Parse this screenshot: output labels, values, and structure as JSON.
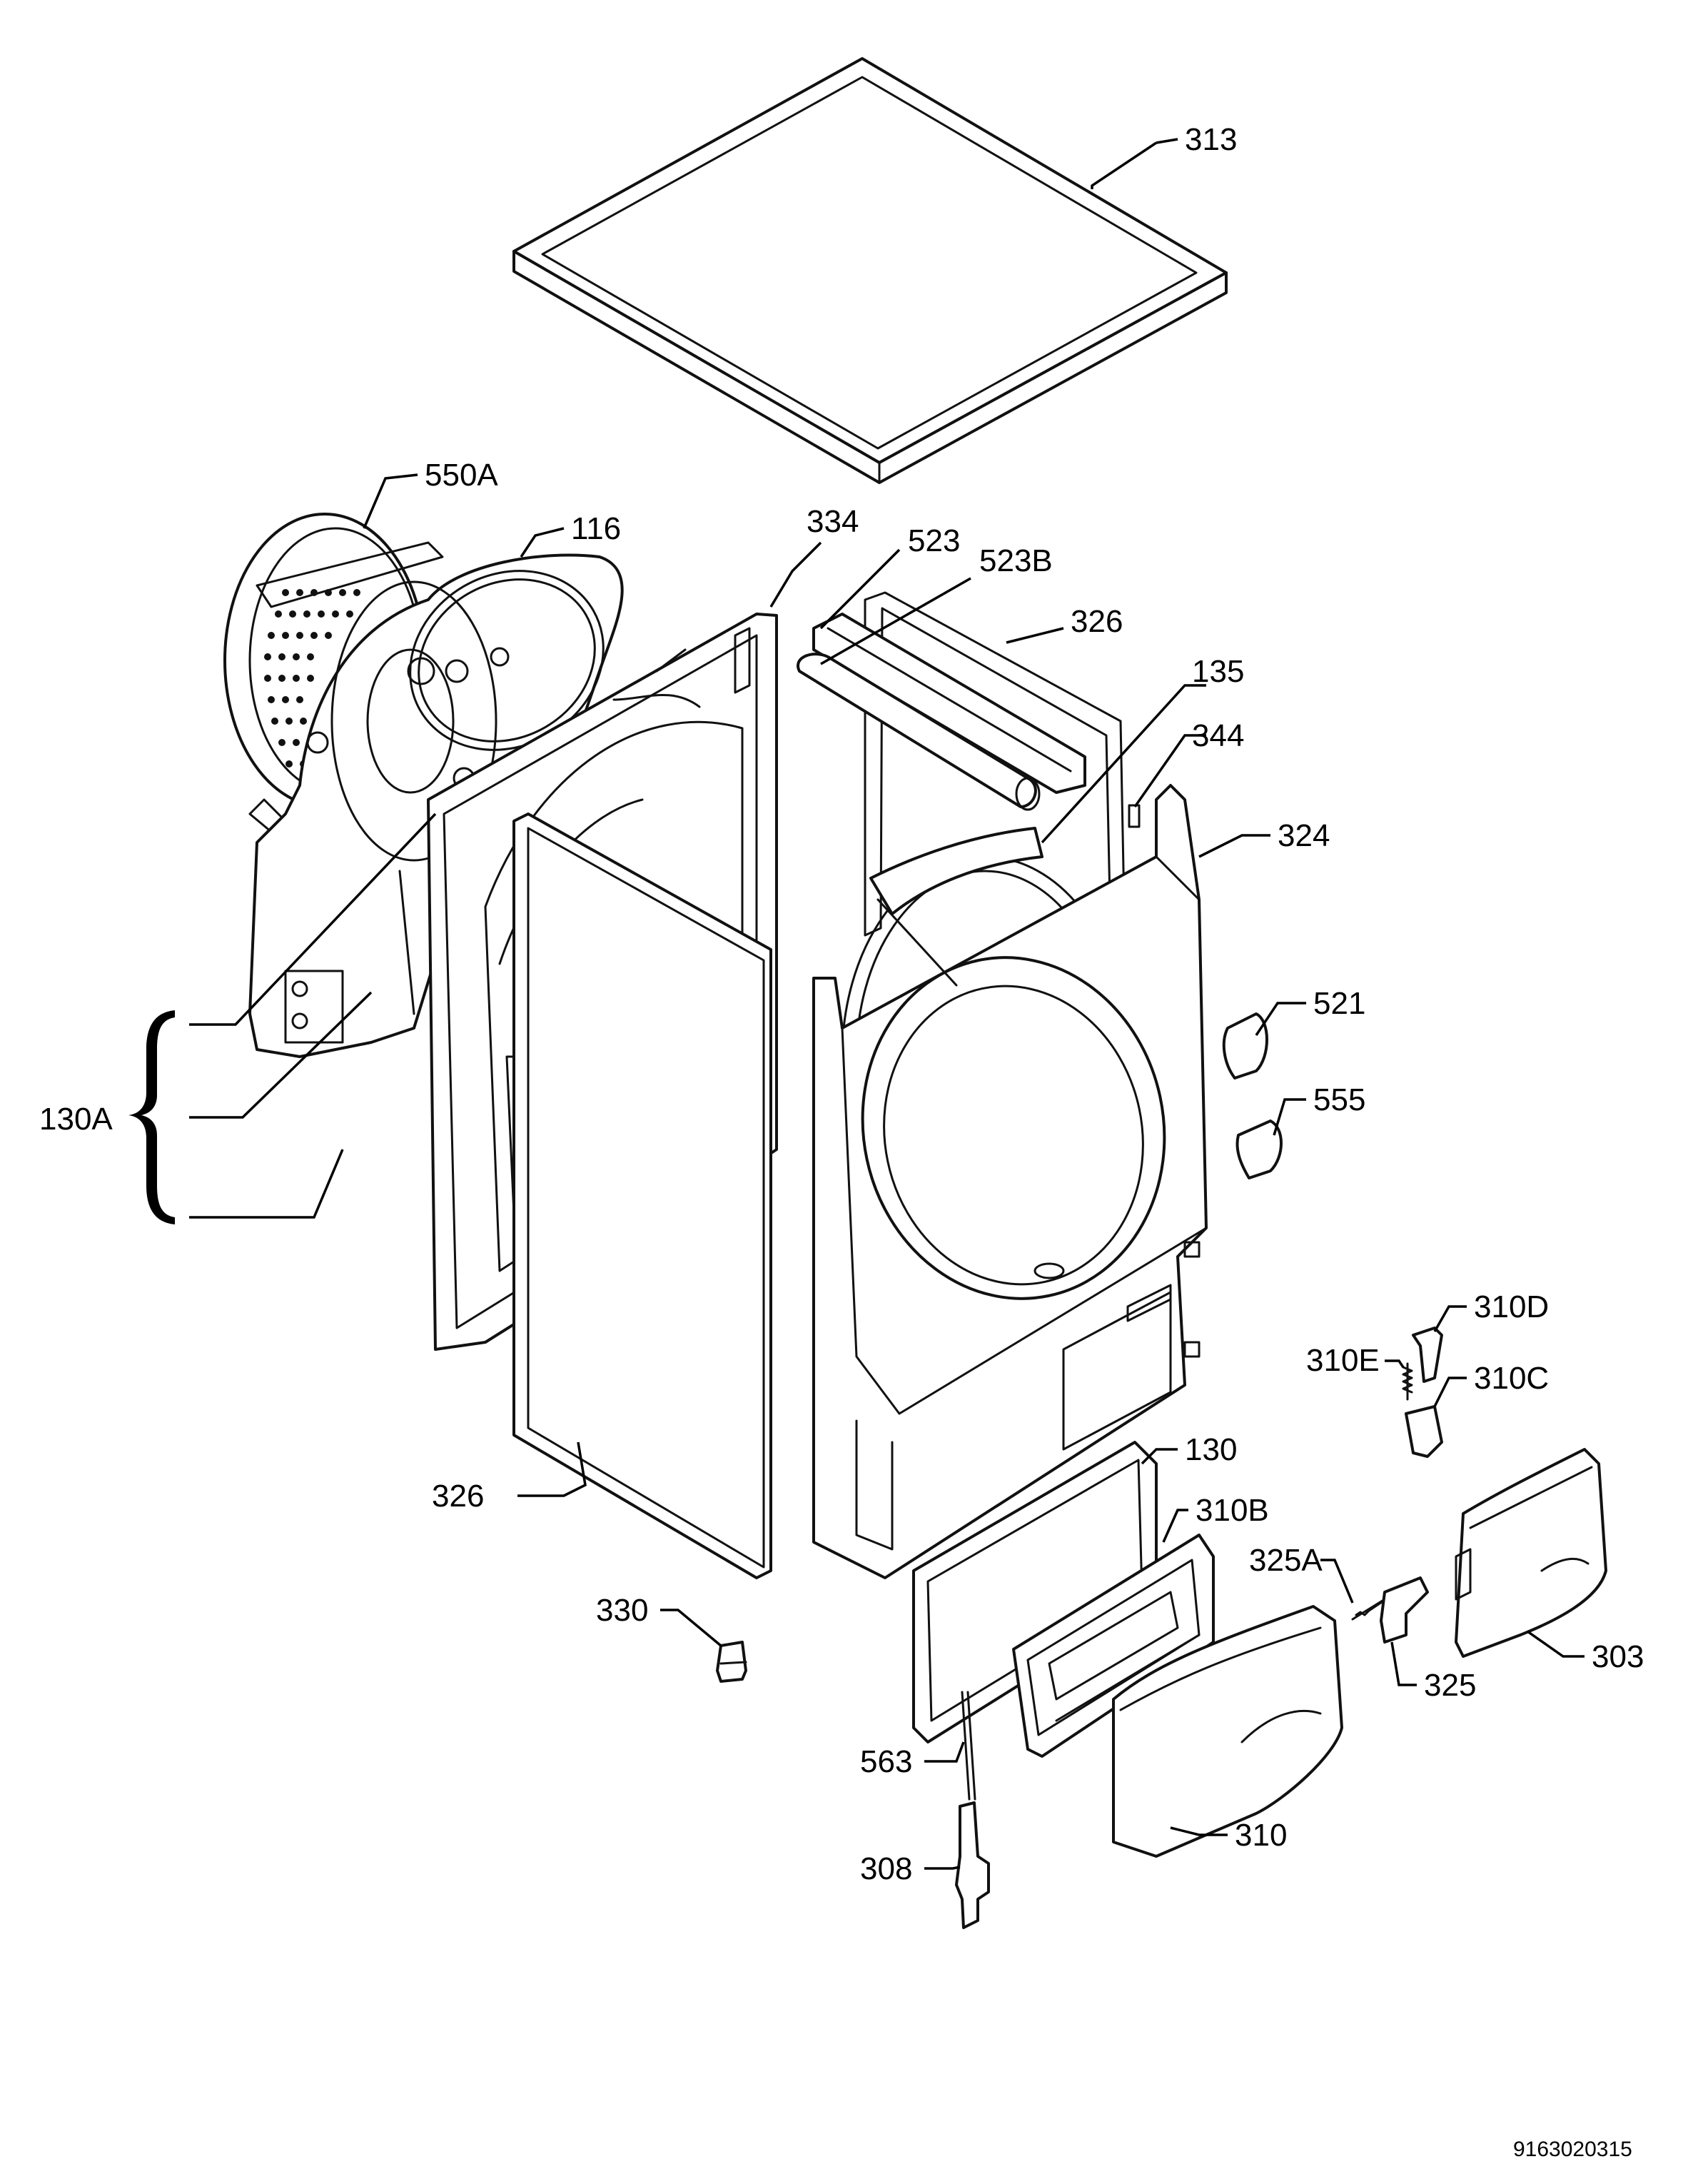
{
  "diagram": {
    "document_code": "9163020315",
    "callouts": {
      "c313": "313",
      "c550A": "550A",
      "c116": "116",
      "c334": "334",
      "c523": "523",
      "c523B": "523B",
      "c326_top": "326",
      "c135": "135",
      "c344": "344",
      "c324": "324",
      "c521": "521",
      "c555": "555",
      "c130A": "130A",
      "c310D": "310D",
      "c310E": "310E",
      "c310C": "310C",
      "c326_bottom": "326",
      "c130": "130",
      "c310B": "310B",
      "c325A": "325A",
      "c330": "330",
      "c303": "303",
      "c325": "325",
      "c563": "563",
      "c310": "310",
      "c308": "308"
    }
  }
}
